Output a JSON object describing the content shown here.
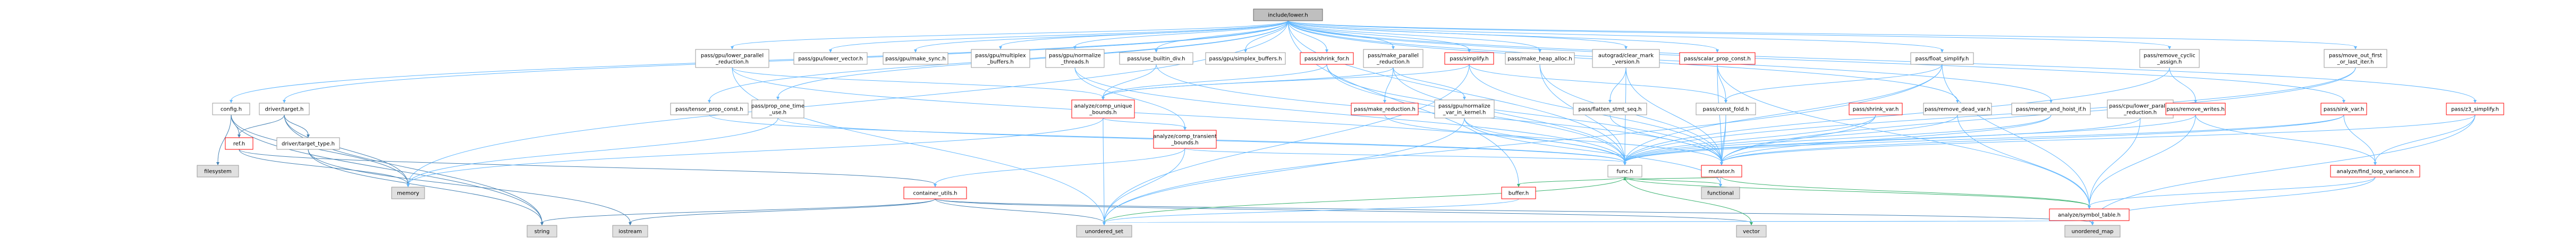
{
  "title": "include/lower.h",
  "colors": {
    "edge": "#63b8ff",
    "edge_dark": "#4682b4",
    "edge_green": "#3cb371",
    "node_border": "#999999",
    "node_red_border": "#ff0000",
    "root_fill": "#bfbfbf",
    "sys_fill": "#e0e0e0"
  },
  "nodes": {
    "root": "include/lower.h",
    "config": "config.h",
    "driver_target": "driver/target.h",
    "filesystem": "filesystem",
    "ref": "ref.h",
    "driver_target_type": "driver/target_type.h",
    "memory": "memory",
    "container_utils": "container_utils.h",
    "string": "string",
    "iostream": "iostream",
    "unordered_set": "unordered_set",
    "vector": "vector",
    "unordered_map": "unordered_map",
    "functional": "functional",
    "buffer": "buffer.h",
    "func": "func.h",
    "mutator": "mutator.h",
    "const_fold": "pass/const_fold.h",
    "symbol_table": "analyze/symbol_table.h",
    "comp_transient_bounds": "analyze/comp_transient\n_bounds.h",
    "comp_unique_bounds": "analyze/comp_unique\n_bounds.h",
    "find_loop_variance": "analyze/find_loop_variance.h",
    "gpu_lower_parallel_reduction": "pass/gpu/lower_parallel\n_reduction.h",
    "gpu_lower_vector": "pass/gpu/lower_vector.h",
    "gpu_make_sync": "pass/gpu/make_sync.h",
    "gpu_multiplex_buffers": "pass/gpu/multiplex\n_buffers.h",
    "gpu_normalize_threads": "pass/gpu/normalize\n_threads.h",
    "use_builtin_div": "pass/use_builtin_div.h",
    "gpu_simplex_buffers": "pass/gpu/simplex_buffers.h",
    "shrink_for": "pass/shrink_for.h",
    "make_parallel_reduction": "pass/make_parallel\n_reduction.h",
    "simplify": "pass/simplify.h",
    "make_heap_alloc": "pass/make_heap_alloc.h",
    "autograd_clear_mark_version": "autograd/clear_mark\n_version.h",
    "scalar_prop_const": "pass/scalar_prop_const.h",
    "float_simplify": "pass/float_simplify.h",
    "remove_cyclic_assign": "pass/remove_cyclic\n_assign.h",
    "move_out_first_or_last_iter": "pass/move_out_first\n_or_last_iter.h",
    "tensor_prop_const": "pass/tensor_prop_const.h",
    "prop_one_time_use": "pass/prop_one_time\n_use.h",
    "make_reduction": "pass/make_reduction.h",
    "gpu_normalize_var_in_kernel": "pass/gpu/normalize\n_var_in_kernel.h",
    "flatten_stmt_seq": "pass/flatten_stmt_seq.h",
    "shrink_var": "pass/shrink_var.h",
    "remove_dead_var": "pass/remove_dead_var.h",
    "merge_and_hoist_if": "pass/merge_and_hoist_if.h",
    "cpu_lower_parallel_reduction": "pass/cpu/lower_parallel\n_reduction.h",
    "remove_writes": "pass/remove_writes.h",
    "sink_var": "pass/sink_var.h",
    "z3_simplify": "pass/z3_simplify.h"
  }
}
